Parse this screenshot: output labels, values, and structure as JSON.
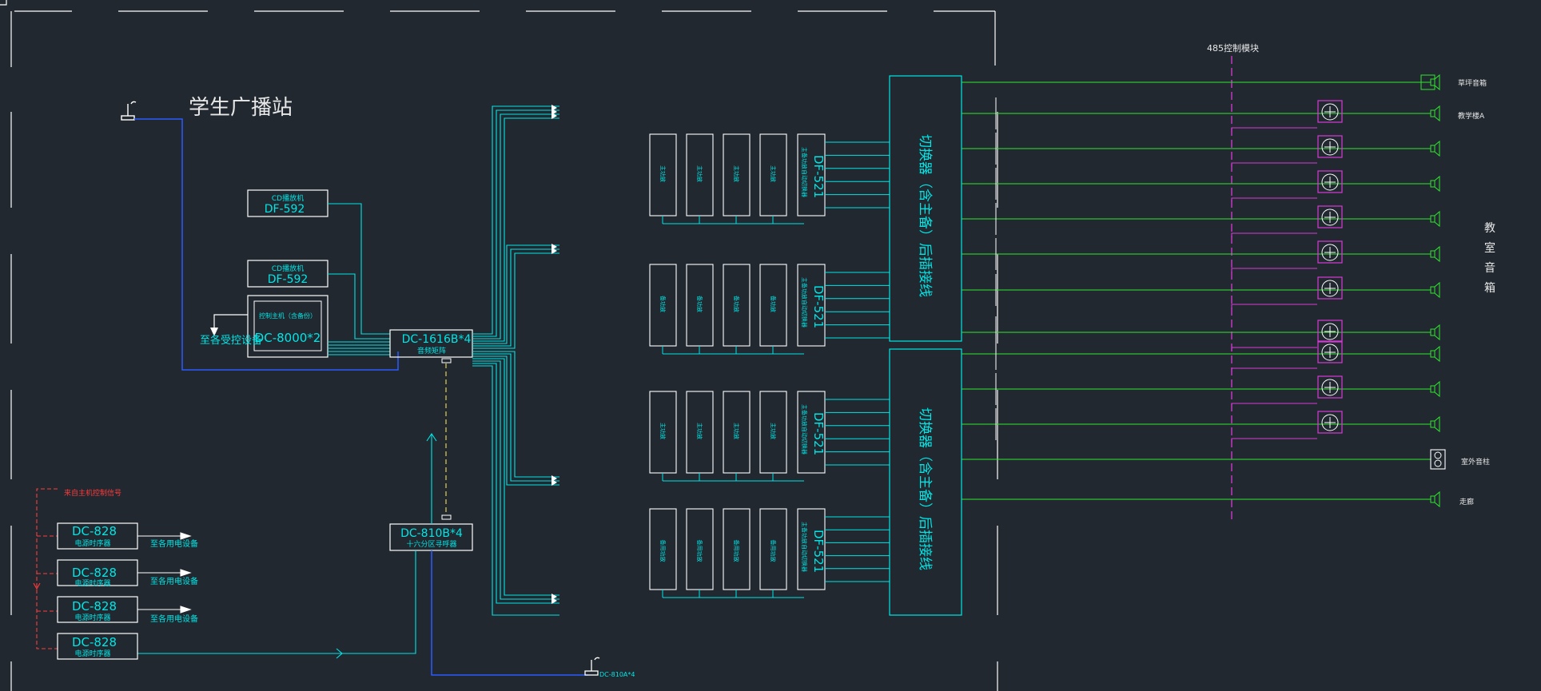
{
  "title": "学生广播站",
  "cd_players": [
    {
      "label": "CD播放机",
      "model": "DF-592"
    },
    {
      "label": "CD播放机",
      "model": "DF-592"
    }
  ],
  "controller": {
    "label": "控制主机（含备份）",
    "model": "DC-8000*2"
  },
  "controller_note": "至各受控设备",
  "matrix": {
    "model": "DC-1616B*4",
    "label": "音频矩阵"
  },
  "paging": {
    "model": "DC-810B*4",
    "label": "十六分区寻呼器"
  },
  "mic_label": "DC-810A*4",
  "power_signal_label": "来自主机控制信号",
  "sequencers": [
    {
      "model": "DC-828",
      "label": "电源时序器",
      "note": "至各用电设备"
    },
    {
      "model": "DC-828",
      "label": "电源时序器",
      "note": "至各用电设备"
    },
    {
      "model": "DC-828",
      "label": "电源时序器",
      "note": "至各用电设备"
    },
    {
      "model": "DC-828",
      "label": "电源时序器",
      "note": ""
    }
  ],
  "amp_groups": [
    {
      "amp_label": "主功放",
      "switch_model": "DF-521",
      "switch_label": "主备功放自动切换器"
    },
    {
      "amp_label": "备功放",
      "switch_model": "DF-521",
      "switch_label": "主备功放自动切换器"
    },
    {
      "amp_label": "主功放",
      "switch_model": "DF-521",
      "switch_label": "主备功放自动切换器"
    },
    {
      "amp_label": "备用功放",
      "switch_model": "DF-521",
      "switch_label": "主备功放自动切换器"
    }
  ],
  "switchers": [
    {
      "label": "切换器（含主备）后插接线"
    },
    {
      "label": "切换器（含主备）后插接线"
    }
  ],
  "control_module_label": "485控制模块",
  "speaker_labels": {
    "top": "草坪音箱",
    "teaching_a": "教学楼A",
    "classroom": [
      "教",
      "室",
      "音",
      "箱"
    ],
    "outdoor": "室外音柱",
    "corridor": "走廊"
  },
  "colors": {
    "background": "#212830",
    "cyan": "#00e5e5",
    "green": "#2ee62e",
    "magenta": "#d63ad6",
    "blue": "#2a5bff",
    "red": "#ff3b3b",
    "yellow": "#e0d050",
    "white": "#e8e8e8"
  }
}
